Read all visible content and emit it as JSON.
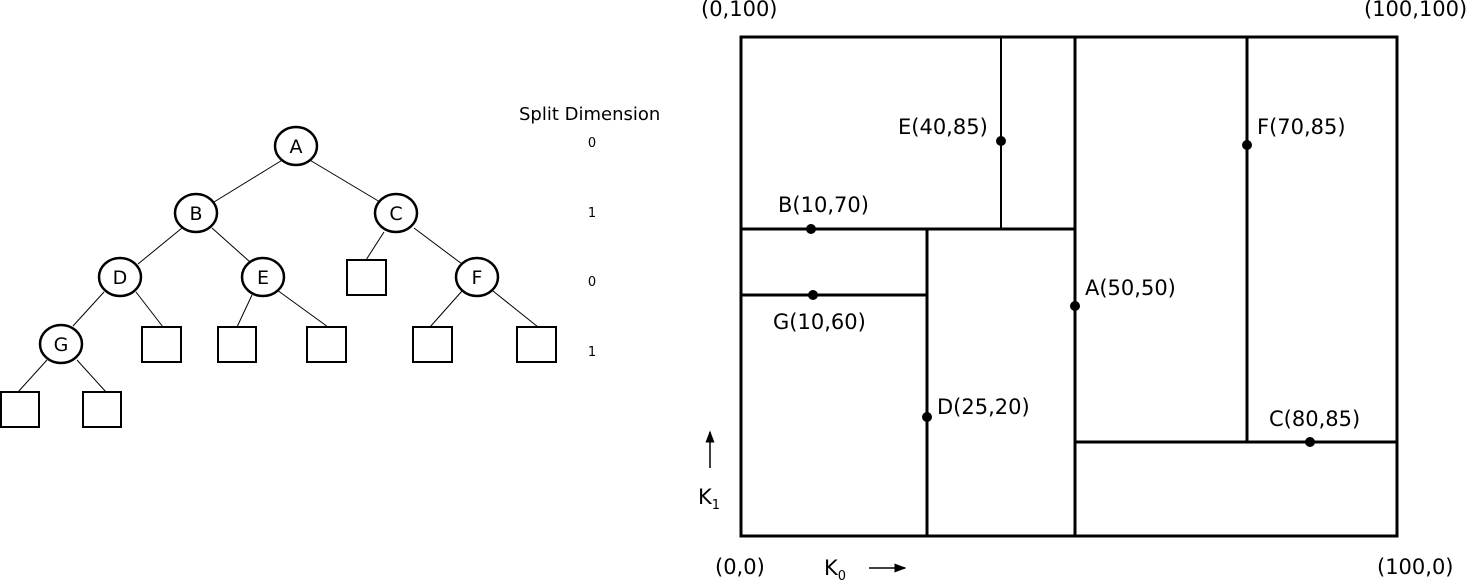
{
  "tree": {
    "nodes": [
      {
        "id": "A",
        "label": "A"
      },
      {
        "id": "B",
        "label": "B"
      },
      {
        "id": "C",
        "label": "C"
      },
      {
        "id": "D",
        "label": "D"
      },
      {
        "id": "E",
        "label": "E"
      },
      {
        "id": "F",
        "label": "F"
      },
      {
        "id": "G",
        "label": "G"
      }
    ],
    "edges": [
      [
        "A",
        "B"
      ],
      [
        "A",
        "C"
      ],
      [
        "B",
        "D"
      ],
      [
        "B",
        "E"
      ],
      [
        "C",
        "null-c-left"
      ],
      [
        "C",
        "F"
      ],
      [
        "D",
        "G"
      ],
      [
        "D",
        "null-d-right"
      ],
      [
        "E",
        "null-e-left"
      ],
      [
        "E",
        "null-e-right"
      ],
      [
        "F",
        "null-f-left"
      ],
      [
        "F",
        "null-f-right"
      ],
      [
        "G",
        "null-g-left"
      ],
      [
        "G",
        "null-g-right"
      ]
    ]
  },
  "split_dimension": {
    "title": "Split Dimension",
    "levels": [
      "0",
      "1",
      "0",
      "1"
    ]
  },
  "plot": {
    "corners": {
      "top_left": "(0,100)",
      "top_right": "(100,100)",
      "bottom_left": "(0,0)",
      "bottom_right": "(100,0)"
    },
    "axis_k0": "K",
    "axis_k0_sub": "0",
    "axis_k1": "K",
    "axis_k1_sub": "1",
    "points": [
      {
        "label": "A(50,50)",
        "x": 50,
        "y": 50
      },
      {
        "label": "B(10,70)",
        "x": 10,
        "y": 70
      },
      {
        "label": "C(80,85)",
        "x": 80,
        "y": 85
      },
      {
        "label": "D(25,20)",
        "x": 25,
        "y": 20
      },
      {
        "label": "E(40,85)",
        "x": 40,
        "y": 85
      },
      {
        "label": "F(70,85)",
        "x": 70,
        "y": 85
      },
      {
        "label": "G(10,60)",
        "x": 10,
        "y": 60
      }
    ]
  }
}
